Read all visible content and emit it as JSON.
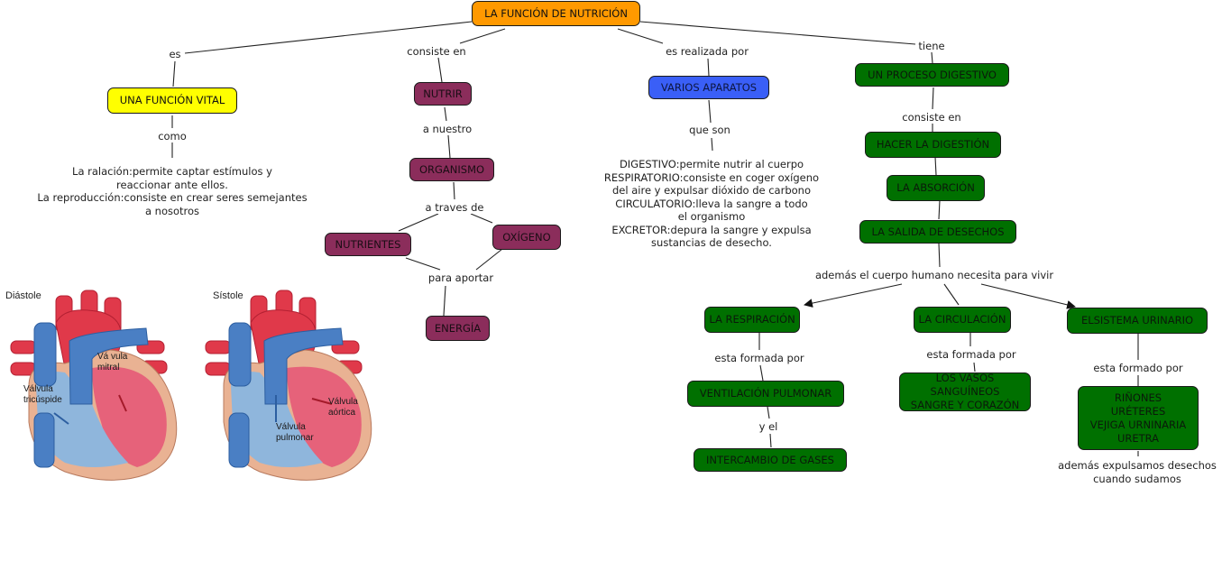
{
  "colors": {
    "root": "#ff9900",
    "vital": "#ffff00",
    "nutrir": "#8b2d5b",
    "aparatos": "#3a5ff7",
    "digestivo": "#007000"
  },
  "root": {
    "label": "LA FUNCIÓN DE NUTRICIÓN"
  },
  "links": {
    "es": "es",
    "consiste_en": "consiste en",
    "es_realizada_por": "es realizada por",
    "tiene": "tiene",
    "como": "como",
    "a_nuestro": "a nuestro",
    "a_traves_de": "a traves de",
    "para_aportar": "para aportar",
    "que_son": "que son",
    "consiste_en_2": "consiste en",
    "ademas_necesita": "además el cuerpo humano necesita para vivir",
    "esta_formada_por_1": "esta formada por",
    "y_el": "y el",
    "esta_formada_por_2": "esta formada por",
    "esta_formado_por": "esta formado por"
  },
  "concepts": {
    "funcion_vital": "UNA FUNCIÓN VITAL",
    "nutrir": "NUTRIR",
    "organismo": "ORGANISMO",
    "nutrientes": "NUTRIENTES",
    "oxigeno": "OXÍGENO",
    "energia": "ENERGÍA",
    "varios_aparatos": "VARIOS APARATOS",
    "proceso_digestivo": "UN PROCESO DIGESTIVO",
    "hacer_digestion": "HACER LA DIGESTIÓN",
    "absorcion": "LA ABSORCIÓN",
    "salida_desechos": "LA SALIDA DE DESECHOS",
    "respiracion": "LA RESPIRACIÓN",
    "circulacion": "LA CIRCULACIÓN",
    "sistema_urinario": "ELSISTEMA URINARIO",
    "ventilacion": "VENTILACIÓN PULMONAR",
    "intercambio": "INTERCAMBIO DE GASES",
    "vasos": "LOS VASOS SANGUÍNEOS\nSANGRE Y CORAZÓN",
    "rinones": "RIÑONES\nURÉTERES\nVEJIGA URNINARIA\nURETRA"
  },
  "texts": {
    "funciones": "La ralación:permite captar estímulos y\nreaccionar ante ellos.\nLa reproducción:consiste en crear seres semejantes\na nosotros",
    "aparatos": "DIGESTIVO:permite nutrir al cuerpo\nRESPIRATORIO:consiste en coger oxígeno\ndel aire y expulsar dióxido de carbono\nCIRCULATORIO:lleva la sangre a todo\nel organismo\nEXCRETOR:depura la sangre y expulsa\nsustancias de desecho.",
    "sudor": "además expulsamos desechos\ncuando sudamos"
  },
  "hearts": {
    "diastole": {
      "title": "Diástole",
      "labels": [
        "Vá vula\nmitral",
        "Válvula\ntricúspide"
      ]
    },
    "sistole": {
      "title": "Sístole",
      "labels": [
        "Válvula\naórtica",
        "Válvula\npulmonar"
      ]
    }
  }
}
